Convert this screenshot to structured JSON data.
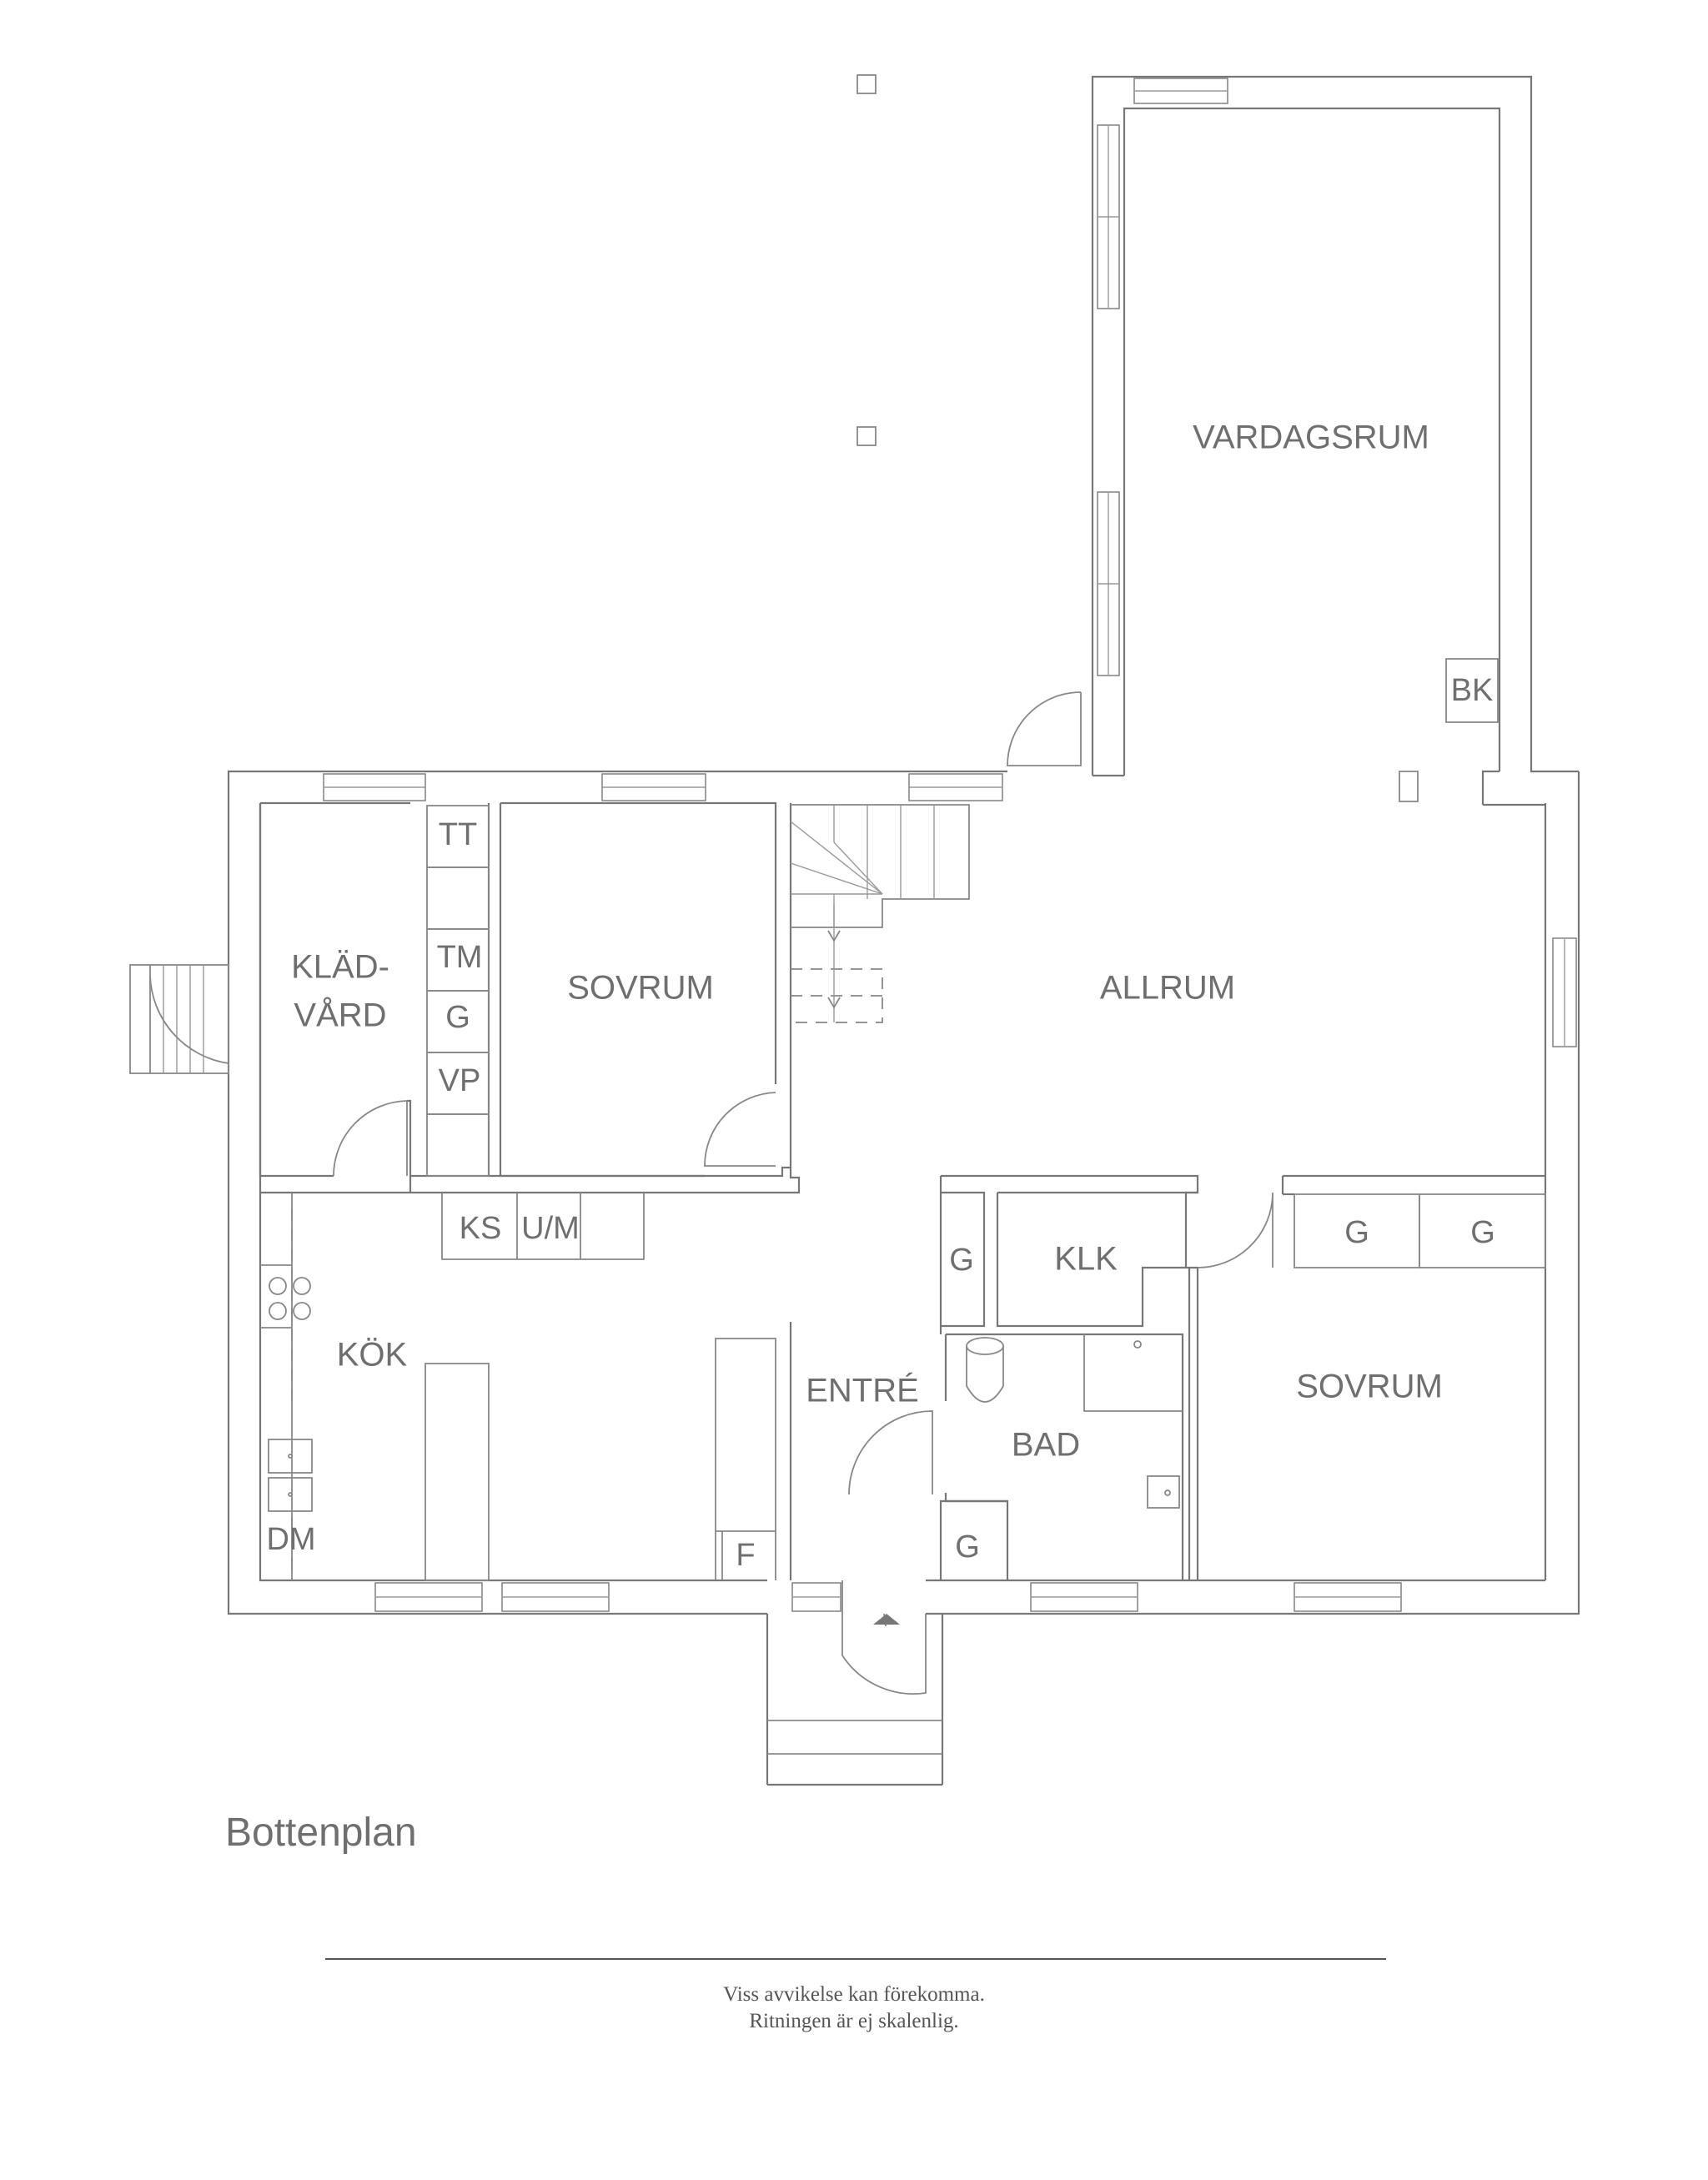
{
  "rooms": {
    "vardagsrum": "VARDAGSRUM",
    "bk": "BK",
    "allrum": "ALLRUM",
    "kladvard_line1": "KLÄD-",
    "kladvard_line2": "VÅRD",
    "sovrum_1": "SOVRUM",
    "sovrum_2": "SOVRUM",
    "kok": "KÖK",
    "entre": "ENTRÉ",
    "bad": "BAD",
    "klk": "KLK",
    "dm": "DM",
    "f": "F"
  },
  "cabinets": {
    "tt": "TT",
    "tm": "TM",
    "g_laundry": "G",
    "vp": "VP",
    "ks": "KS",
    "um": "U/M",
    "g_hall": "G",
    "g_bath": "G",
    "g_wardrobe_1": "G",
    "g_wardrobe_2": "G"
  },
  "caption": "Bottenplan",
  "disclaimer": {
    "line1": "Viss avvikelse kan förekomma.",
    "line2": "Ritningen är ej skalenlig."
  }
}
